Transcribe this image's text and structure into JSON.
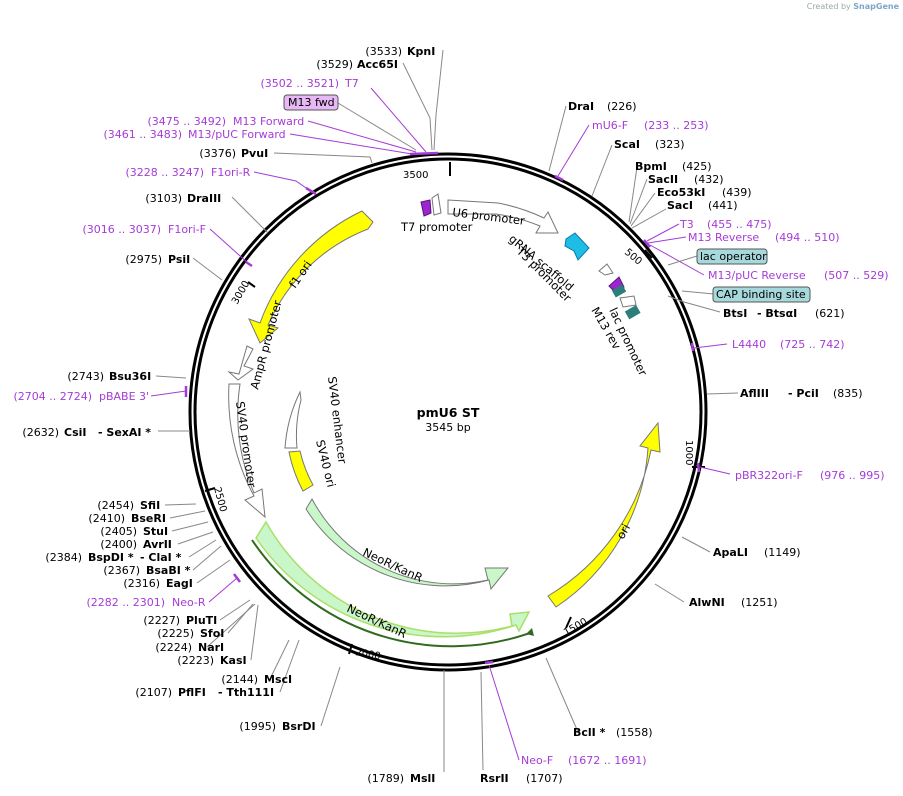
{
  "credit": {
    "prefix": "Created by",
    "brand": "SnapGene"
  },
  "plasmid": {
    "name": "pmU6 ST",
    "size": "3545 bp"
  },
  "enzymes": [
    {
      "name": "KpnI",
      "pos": "(3533)"
    },
    {
      "name": "Acc65I",
      "pos": "(3529)"
    },
    {
      "name": "PvuI",
      "pos": "(3376)"
    },
    {
      "name": "DraIII",
      "pos": "(3103)"
    },
    {
      "name": "PsiI",
      "pos": "(2975)"
    },
    {
      "name": "Bsu36I",
      "pos": "(2743)"
    },
    {
      "name": "CsiI",
      "pos": "(2632)",
      "extra": "- SexAI *"
    },
    {
      "name": "SfiI",
      "pos": "(2454)"
    },
    {
      "name": "BseRI",
      "pos": "(2410)"
    },
    {
      "name": "StuI",
      "pos": "(2405)"
    },
    {
      "name": "AvrII",
      "pos": "(2400)"
    },
    {
      "name": "BspDI *",
      "pos": "(2384)",
      "extra": "- ClaI *"
    },
    {
      "name": "BsaBI *",
      "pos": "(2367)"
    },
    {
      "name": "EagI",
      "pos": "(2316)"
    },
    {
      "name": "PluTI",
      "pos": "(2227)"
    },
    {
      "name": "SfoI",
      "pos": "(2225)"
    },
    {
      "name": "NarI",
      "pos": "(2224)"
    },
    {
      "name": "KasI",
      "pos": "(2223)"
    },
    {
      "name": "MscI",
      "pos": "(2144)"
    },
    {
      "name": "PflFI",
      "pos": "(2107)",
      "extra": "- Tth111I"
    },
    {
      "name": "BsrDI",
      "pos": "(1995)"
    },
    {
      "name": "MslI",
      "pos": "(1789)"
    },
    {
      "name": "RsrII",
      "pos": "(1707)"
    },
    {
      "name": "BclI *",
      "pos": "(1558)"
    },
    {
      "name": "AlwNI",
      "pos": "(1251)"
    },
    {
      "name": "ApaLI",
      "pos": "(1149)"
    },
    {
      "name": "AflIII",
      "pos": "(835)",
      "extra": "- PciI"
    },
    {
      "name": "BtsI",
      "pos": "(621)",
      "extra": "- BtsαI"
    },
    {
      "name": "SacI",
      "pos": "(441)"
    },
    {
      "name": "Eco53kI",
      "pos": "(439)"
    },
    {
      "name": "SacII",
      "pos": "(432)"
    },
    {
      "name": "BpmI",
      "pos": "(425)"
    },
    {
      "name": "ScaI",
      "pos": "(323)"
    },
    {
      "name": "DraI",
      "pos": "(226)"
    }
  ],
  "primers": [
    {
      "name": "T7",
      "range": "(3502 .. 3521)"
    },
    {
      "name": "M13 Forward",
      "range": "(3475 .. 3492)"
    },
    {
      "name": "M13/pUC Forward",
      "range": "(3461 .. 3483)"
    },
    {
      "name": "F1ori-R",
      "range": "(3228 .. 3247)"
    },
    {
      "name": "F1ori-F",
      "range": "(3016 .. 3037)"
    },
    {
      "name": "pBABE 3'",
      "range": "(2704 .. 2724)"
    },
    {
      "name": "Neo-R",
      "range": "(2282 .. 2301)"
    },
    {
      "name": "Neo-F",
      "range": "(1672 .. 1691)"
    },
    {
      "name": "pBR322ori-F",
      "range": "(976 .. 995)"
    },
    {
      "name": "L4440",
      "range": "(725 .. 742)"
    },
    {
      "name": "M13/pUC Reverse",
      "range": "(507 .. 529)"
    },
    {
      "name": "M13 Reverse",
      "range": "(494 .. 510)"
    },
    {
      "name": "T3",
      "range": "(455 .. 475)"
    },
    {
      "name": "mU6-F",
      "range": "(233 .. 253)"
    }
  ],
  "boxed": [
    {
      "name": "M13 fwd"
    },
    {
      "name": "lac operator"
    },
    {
      "name": "CAP binding site"
    }
  ],
  "features": [
    "U6 promoter",
    "gRNA scaffold",
    "T3 promoter",
    "M13 rev",
    "lac promoter",
    "T7 promoter",
    "f1 ori",
    "AmpR promoter",
    "SV40 promoter",
    "SV40 enhancer",
    "SV40 ori",
    "NeoR/KanR",
    "NeoR/KanR",
    "ori"
  ],
  "ticks": [
    "500",
    "1000",
    "1500",
    "2000",
    "2500",
    "3000",
    "3500"
  ],
  "colors": {
    "primer": "#a53bd6",
    "ori": "#ffff00",
    "neo": "#c9f7c9",
    "promoter": "#ffffff",
    "scaffold": "#1ebde8",
    "box": "#a7d8dc",
    "m13box": "#e8b7f5"
  }
}
